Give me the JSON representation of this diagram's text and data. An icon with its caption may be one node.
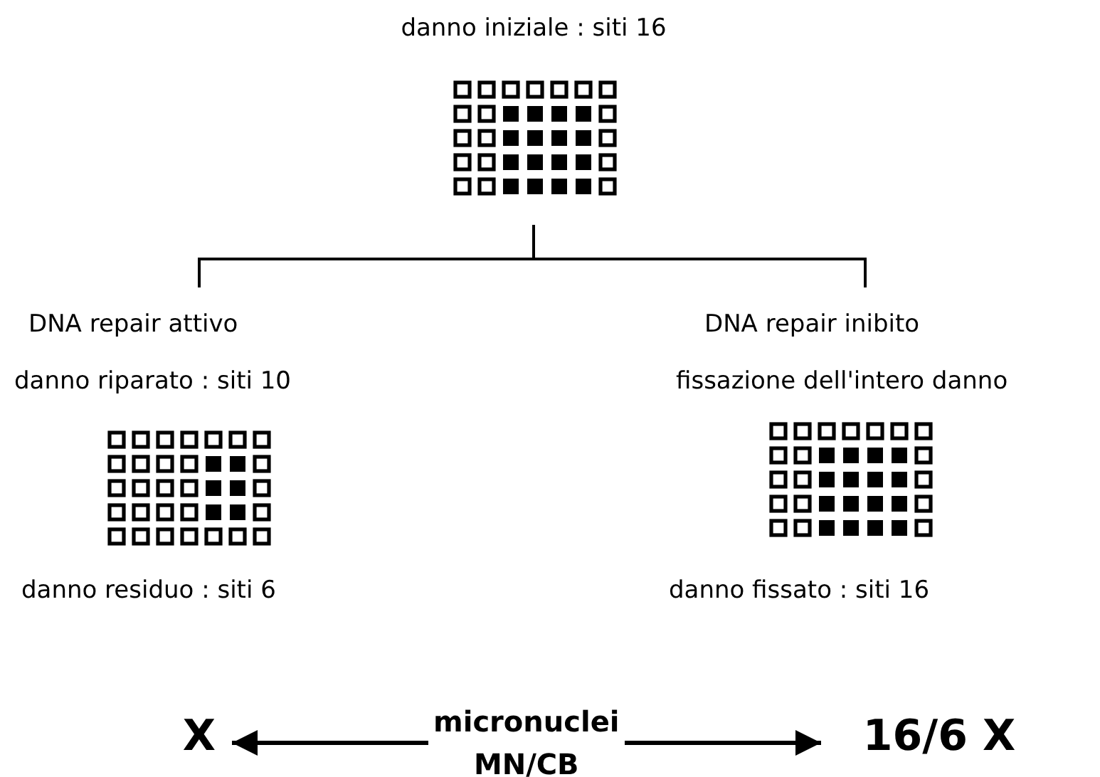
{
  "diagram": {
    "nodes": [
      {
        "text": [
          "danno iniziale : siti 16"
        ]
      },
      {
        "text": [
          "DNA repair attivo",
          "danno riparato : siti 10"
        ],
        "beside": [
          "danno residuo : siti 6"
        ]
      },
      {
        "text": [
          "DNA repair inibito",
          "fissazione dell'intero danno"
        ],
        "beside": [
          "danno fissato : siti 16"
        ]
      },
      {
        "text": [
          "X"
        ]
      },
      {
        "text": [
          "16/6 X"
        ]
      }
    ],
    "edges": [
      {
        "from": 0,
        "to": 1,
        "arrow": "none"
      },
      {
        "from": 0,
        "to": 2,
        "arrow": "none"
      },
      {
        "from": 3,
        "to": 4,
        "arrow": "both",
        "label": "micronuclei MN/CB"
      }
    ]
  }
}
